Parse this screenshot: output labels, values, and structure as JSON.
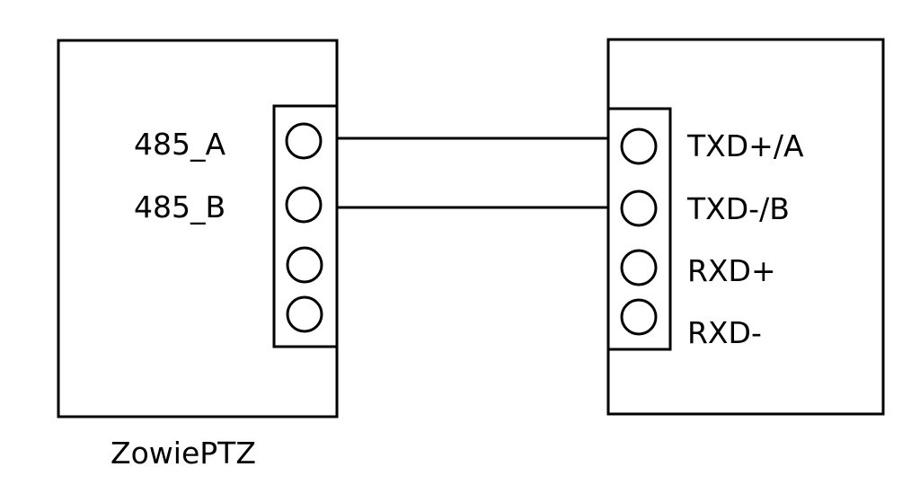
{
  "left_device": {
    "name": "ZowiePTZ",
    "terminals": [
      {
        "label": "485_A",
        "connected": true
      },
      {
        "label": "485_B",
        "connected": true
      },
      {
        "label": "",
        "connected": false
      },
      {
        "label": "",
        "connected": false
      }
    ]
  },
  "right_device": {
    "name": "",
    "terminals": [
      {
        "label": "TXD+/A",
        "connected": true
      },
      {
        "label": "TXD-/B",
        "connected": true
      },
      {
        "label": "RXD+",
        "connected": false
      },
      {
        "label": "RXD-",
        "connected": false
      }
    ]
  },
  "connections": [
    {
      "from": "485_A",
      "to": "TXD+/A"
    },
    {
      "from": "485_B",
      "to": "TXD-/B"
    }
  ],
  "colors": {
    "stroke": "#000000",
    "background": "#ffffff"
  }
}
